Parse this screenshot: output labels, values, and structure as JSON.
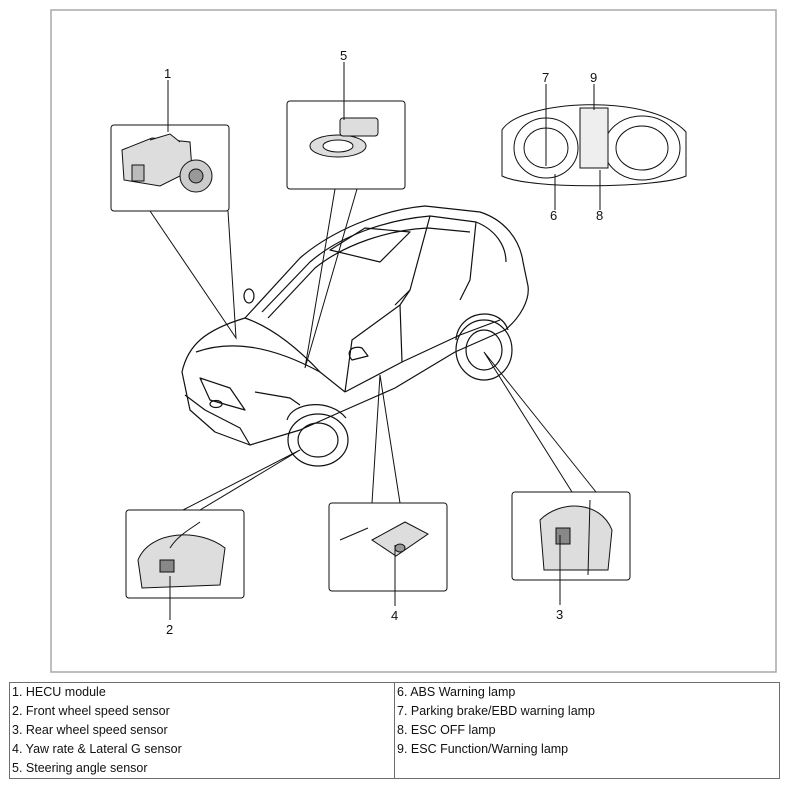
{
  "callouts": {
    "c1": "1",
    "c2": "2",
    "c3": "3",
    "c4": "4",
    "c5": "5",
    "c6": "6",
    "c7": "7",
    "c8": "8",
    "c9": "9"
  },
  "legend": {
    "left": [
      "1. HECU module",
      "2. Front wheel speed sensor",
      "3. Rear wheel speed sensor",
      "4. Yaw rate & Lateral G sensor",
      "5. Steering angle sensor"
    ],
    "right": [
      "6. ABS Warning lamp",
      "7. Parking brake/EBD warning lamp",
      "8. ESC OFF lamp",
      "9. ESC Function/Warning lamp"
    ]
  },
  "colors": {
    "frame": "#a8a8a8",
    "line": "#111111",
    "table_border": "#6e6e6e"
  }
}
